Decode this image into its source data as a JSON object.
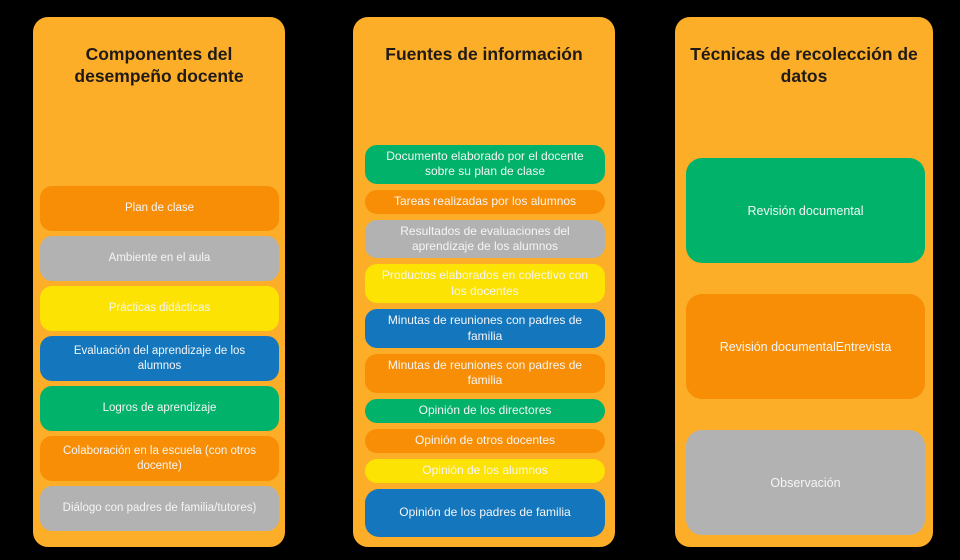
{
  "palette": {
    "canvas_bg": "#000000",
    "column_bg": "#FCAE28",
    "title_text": "#1F1A17",
    "item_text": "#F5F5F5",
    "orange": "#F78E05",
    "gray": "#B2B2B2",
    "yellow": "#FCE303",
    "blue": "#1477BE",
    "green": "#00B26A"
  },
  "columns": [
    {
      "title": "Componentes del desempeño docente",
      "items": [
        {
          "label": "Plan de clase",
          "color": "orange"
        },
        {
          "label": "Ambiente en el aula",
          "color": "gray"
        },
        {
          "label": "Prácticas didácticas",
          "color": "yellow"
        },
        {
          "label": "Evaluación del aprendizaje de los alumnos",
          "color": "blue"
        },
        {
          "label": "Logros de aprendizaje",
          "color": "green"
        },
        {
          "label": "Colaboración en la escuela (con otros docente)",
          "color": "orange"
        },
        {
          "label": "Diálogo con padres de familia/tutores)",
          "color": "gray"
        }
      ]
    },
    {
      "title": "Fuentes de información",
      "items": [
        {
          "label": "Documento elaborado por el docente sobre su plan de clase",
          "color": "green"
        },
        {
          "label": "Tareas realizadas por los alumnos",
          "color": "orange"
        },
        {
          "label": "Resultados de evaluaciones del aprendizaje de los alumnos",
          "color": "gray"
        },
        {
          "label": "Productos elaborados en colectivo con los docentes",
          "color": "yellow"
        },
        {
          "label": "Minutas de reuniones con padres de familia",
          "color": "blue"
        },
        {
          "label": "Minutas de reuniones con padres de familia",
          "color": "orange"
        },
        {
          "label": "Opinión de los directores",
          "color": "green"
        },
        {
          "label": "Opinión de otros docentes",
          "color": "orange"
        },
        {
          "label": "Opinión de los alumnos",
          "color": "yellow"
        },
        {
          "label": "Opinión de los padres de familia",
          "color": "blue",
          "tall": true
        }
      ]
    },
    {
      "title": "Técnicas de recolección de datos",
      "items": [
        {
          "label": "Revisión documental",
          "color": "green"
        },
        {
          "label": "Revisión documentalEntrevista",
          "color": "orange"
        },
        {
          "label": "Observación",
          "color": "gray"
        }
      ]
    }
  ]
}
